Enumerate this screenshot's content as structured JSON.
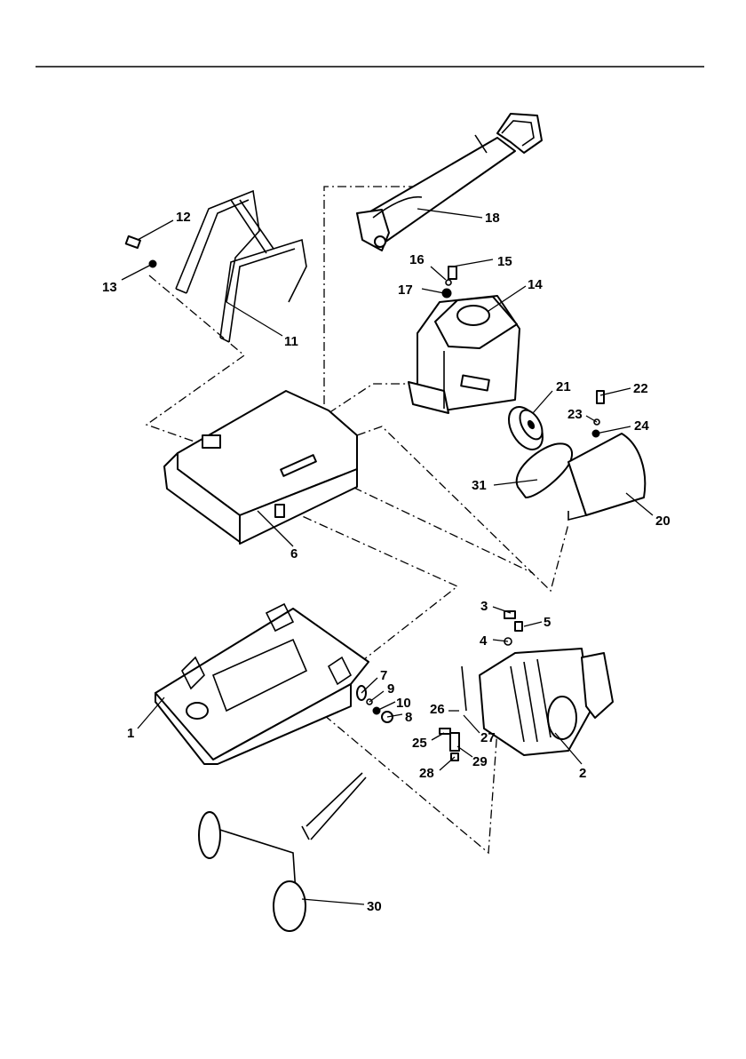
{
  "callouts": [
    {
      "id": "c1",
      "label": "1"
    },
    {
      "id": "c2",
      "label": "2"
    },
    {
      "id": "c3",
      "label": "3"
    },
    {
      "id": "c4",
      "label": "4"
    },
    {
      "id": "c5",
      "label": "5"
    },
    {
      "id": "c6",
      "label": "6"
    },
    {
      "id": "c7",
      "label": "7"
    },
    {
      "id": "c8",
      "label": "8"
    },
    {
      "id": "c9",
      "label": "9"
    },
    {
      "id": "c10",
      "label": "10"
    },
    {
      "id": "c11",
      "label": "11"
    },
    {
      "id": "c12",
      "label": "12"
    },
    {
      "id": "c13",
      "label": "13"
    },
    {
      "id": "c14",
      "label": "14"
    },
    {
      "id": "c15",
      "label": "15"
    },
    {
      "id": "c16",
      "label": "16"
    },
    {
      "id": "c17",
      "label": "17"
    },
    {
      "id": "c18",
      "label": "18"
    },
    {
      "id": "c20",
      "label": "20"
    },
    {
      "id": "c21",
      "label": "21"
    },
    {
      "id": "c22",
      "label": "22"
    },
    {
      "id": "c23",
      "label": "23"
    },
    {
      "id": "c24",
      "label": "24"
    },
    {
      "id": "c25",
      "label": "25"
    },
    {
      "id": "c26",
      "label": "26"
    },
    {
      "id": "c27",
      "label": "27"
    },
    {
      "id": "c28",
      "label": "28"
    },
    {
      "id": "c29",
      "label": "29"
    },
    {
      "id": "c30",
      "label": "30"
    },
    {
      "id": "c31",
      "label": "31"
    }
  ]
}
